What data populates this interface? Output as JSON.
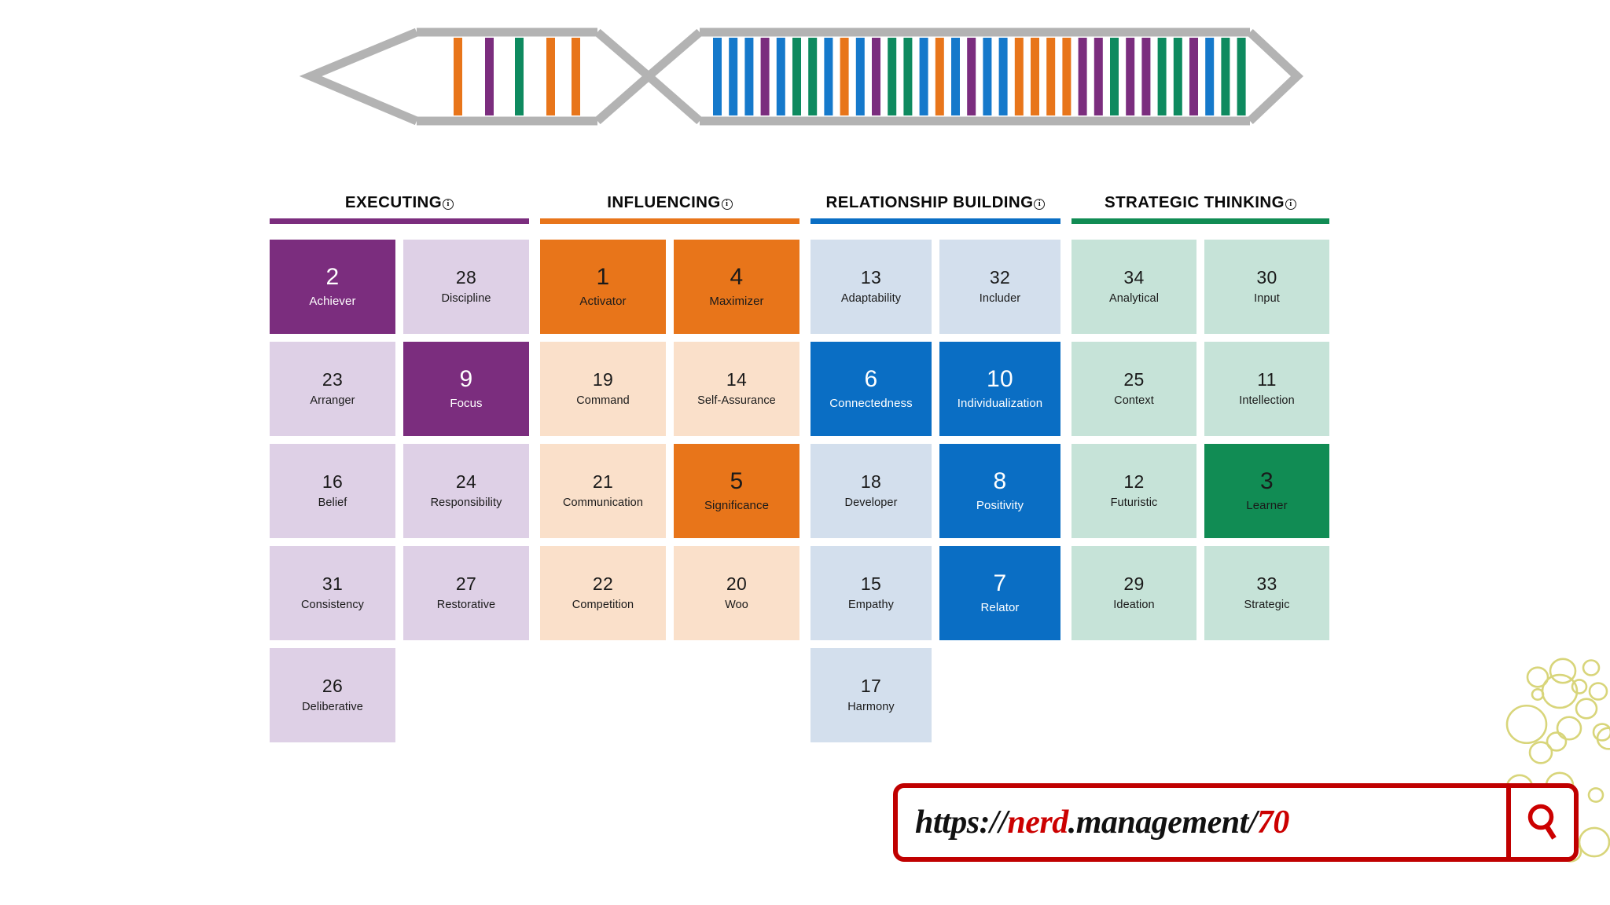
{
  "helix": {
    "frame_color": "#b3b3b3",
    "bar_colors_left": [
      "#e8751a",
      "#7b2d7e",
      "#0e8a5f",
      "#e8751a",
      "#e8751a"
    ],
    "bar_colors_right": [
      "#1579cb",
      "#1579cb",
      "#1579cb",
      "#7b2d7e",
      "#1579cb",
      "#0e8a5f",
      "#0e8a5f",
      "#1579cb",
      "#e8751a",
      "#1579cb",
      "#7b2d7e",
      "#0e8a5f",
      "#0e8a5f",
      "#1579cb",
      "#e8751a",
      "#1579cb",
      "#7b2d7e",
      "#1579cb",
      "#1579cb",
      "#e8751a",
      "#e8751a",
      "#e8751a",
      "#e8751a",
      "#7b2d7e",
      "#7b2d7e",
      "#0e8a5f",
      "#7b2d7e",
      "#7b2d7e",
      "#0e8a5f",
      "#0e8a5f",
      "#7b2d7e",
      "#1579cb",
      "#0e8a5f",
      "#0e8a5f"
    ]
  },
  "domains": [
    {
      "key": "executing",
      "label": "EXECUTING",
      "info_glyph": "i",
      "rule_color": "#7b2d7e",
      "accent": "#7b2d7e",
      "light": "#ded0e6"
    },
    {
      "key": "influencing",
      "label": "INFLUENCING",
      "info_glyph": "i",
      "rule_color": "#e8751a",
      "accent": "#e8751a",
      "light": "#fae0ca"
    },
    {
      "key": "relationship",
      "label": "RELATIONSHIP BUILDING",
      "info_glyph": "i",
      "rule_color": "#0a6ec4",
      "accent": "#0a6ec4",
      "light": "#d3dfed"
    },
    {
      "key": "strategic",
      "label": "STRATEGIC THINKING",
      "info_glyph": "i",
      "rule_color": "#118c54",
      "accent": "#118c54",
      "light": "#c6e3d8"
    }
  ],
  "grid": {
    "rows": [
      {
        "executing": [
          {
            "rank": "2",
            "name": "Achiever",
            "top": true,
            "text": "#ffffff"
          },
          {
            "rank": "28",
            "name": "Discipline",
            "top": false,
            "text": "#1a1a1a"
          }
        ],
        "influencing": [
          {
            "rank": "1",
            "name": "Activator",
            "top": true,
            "text": "#1a1a1a"
          },
          {
            "rank": "4",
            "name": "Maximizer",
            "top": true,
            "text": "#1a1a1a"
          }
        ],
        "relationship": [
          {
            "rank": "13",
            "name": "Adaptability",
            "top": false,
            "text": "#1a1a1a"
          },
          {
            "rank": "32",
            "name": "Includer",
            "top": false,
            "text": "#1a1a1a"
          }
        ],
        "strategic": [
          {
            "rank": "34",
            "name": "Analytical",
            "top": false,
            "text": "#1a1a1a"
          },
          {
            "rank": "30",
            "name": "Input",
            "top": false,
            "text": "#1a1a1a"
          }
        ]
      },
      {
        "executing": [
          {
            "rank": "23",
            "name": "Arranger",
            "top": false,
            "text": "#1a1a1a"
          },
          {
            "rank": "9",
            "name": "Focus",
            "top": true,
            "text": "#ffffff"
          }
        ],
        "influencing": [
          {
            "rank": "19",
            "name": "Command",
            "top": false,
            "text": "#1a1a1a"
          },
          {
            "rank": "14",
            "name": "Self-Assurance",
            "top": false,
            "text": "#1a1a1a"
          }
        ],
        "relationship": [
          {
            "rank": "6",
            "name": "Connectedness",
            "top": true,
            "text": "#ffffff"
          },
          {
            "rank": "10",
            "name": "Individualization",
            "top": true,
            "text": "#ffffff"
          }
        ],
        "strategic": [
          {
            "rank": "25",
            "name": "Context",
            "top": false,
            "text": "#1a1a1a"
          },
          {
            "rank": "11",
            "name": "Intellection",
            "top": false,
            "text": "#1a1a1a"
          }
        ]
      },
      {
        "executing": [
          {
            "rank": "16",
            "name": "Belief",
            "top": false,
            "text": "#1a1a1a"
          },
          {
            "rank": "24",
            "name": "Responsibility",
            "top": false,
            "text": "#1a1a1a"
          }
        ],
        "influencing": [
          {
            "rank": "21",
            "name": "Communication",
            "top": false,
            "text": "#1a1a1a"
          },
          {
            "rank": "5",
            "name": "Significance",
            "top": true,
            "text": "#1a1a1a"
          }
        ],
        "relationship": [
          {
            "rank": "18",
            "name": "Developer",
            "top": false,
            "text": "#1a1a1a"
          },
          {
            "rank": "8",
            "name": "Positivity",
            "top": true,
            "text": "#ffffff"
          }
        ],
        "strategic": [
          {
            "rank": "12",
            "name": "Futuristic",
            "top": false,
            "text": "#1a1a1a"
          },
          {
            "rank": "3",
            "name": "Learner",
            "top": true,
            "text": "#1a1a1a"
          }
        ]
      },
      {
        "executing": [
          {
            "rank": "31",
            "name": "Consistency",
            "top": false,
            "text": "#1a1a1a"
          },
          {
            "rank": "27",
            "name": "Restorative",
            "top": false,
            "text": "#1a1a1a"
          }
        ],
        "influencing": [
          {
            "rank": "22",
            "name": "Competition",
            "top": false,
            "text": "#1a1a1a"
          },
          {
            "rank": "20",
            "name": "Woo",
            "top": false,
            "text": "#1a1a1a"
          }
        ],
        "relationship": [
          {
            "rank": "15",
            "name": "Empathy",
            "top": false,
            "text": "#1a1a1a"
          },
          {
            "rank": "7",
            "name": "Relator",
            "top": true,
            "text": "#ffffff"
          }
        ],
        "strategic": [
          {
            "rank": "29",
            "name": "Ideation",
            "top": false,
            "text": "#1a1a1a"
          },
          {
            "rank": "33",
            "name": "Strategic",
            "top": false,
            "text": "#1a1a1a"
          }
        ]
      },
      {
        "executing": [
          {
            "rank": "26",
            "name": "Deliberative",
            "top": false,
            "text": "#1a1a1a"
          },
          {
            "rank": "",
            "name": "",
            "empty": true
          }
        ],
        "influencing": [
          {
            "rank": "",
            "name": "",
            "empty": true
          },
          {
            "rank": "",
            "name": "",
            "empty": true
          }
        ],
        "relationship": [
          {
            "rank": "17",
            "name": "Harmony",
            "top": false,
            "text": "#1a1a1a"
          },
          {
            "rank": "",
            "name": "",
            "empty": true
          }
        ],
        "strategic": [
          {
            "rank": "",
            "name": "",
            "empty": true
          },
          {
            "rank": "",
            "name": "",
            "empty": true
          }
        ]
      }
    ]
  },
  "url_overlay": {
    "segments": [
      {
        "text": "https://",
        "color": "#111111"
      },
      {
        "text": "nerd",
        "color": "#cc0000"
      },
      {
        "text": ".management",
        "color": "#111111"
      },
      {
        "text": "/",
        "color": "#111111"
      },
      {
        "text": "70",
        "color": "#cc0000"
      }
    ],
    "full_url": "https://nerd.management/70",
    "border_color": "#c00000",
    "search_icon": "magnifier-icon"
  },
  "decoration": {
    "bubble_color": "#d8d57a"
  }
}
